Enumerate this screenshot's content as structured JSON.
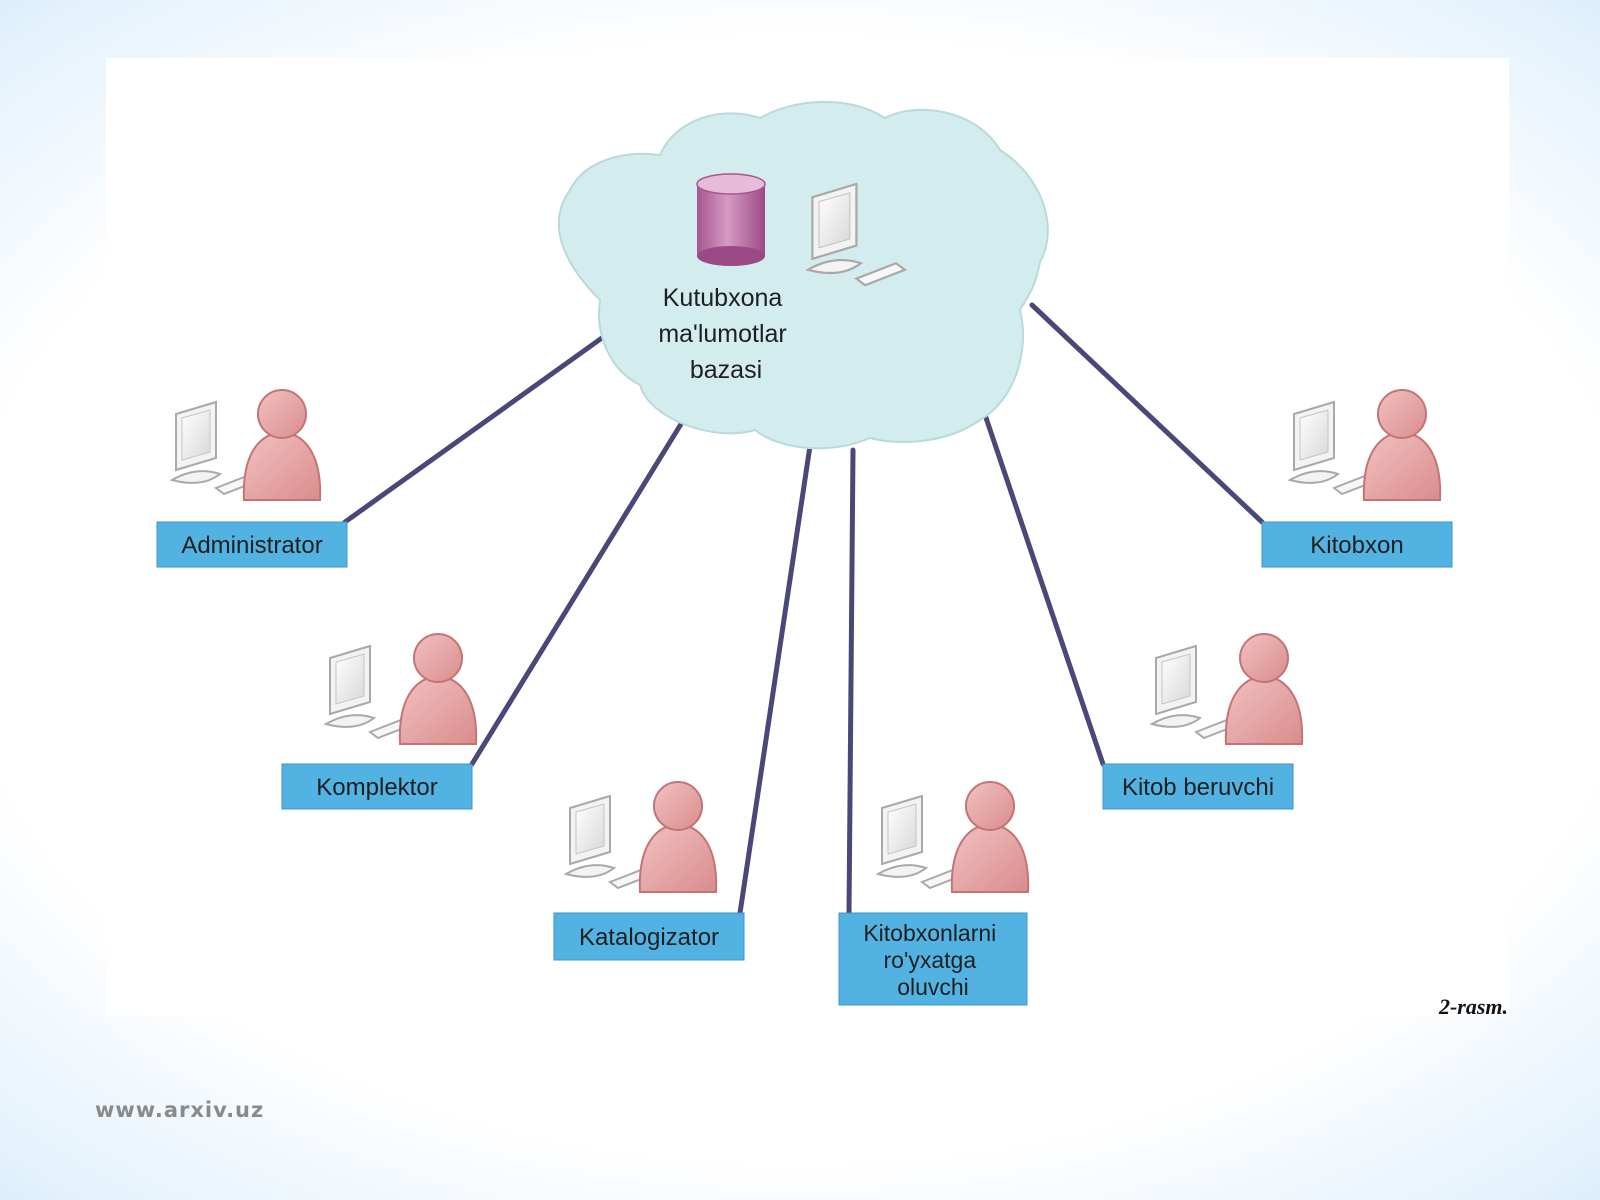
{
  "database": {
    "label_lines": [
      "Kutubxona",
      "ma'lumotlar",
      "bazasi"
    ],
    "icon": "database-cylinder-icon"
  },
  "roles": [
    {
      "id": "administrator",
      "label_lines": [
        "Administrator"
      ]
    },
    {
      "id": "komplektor",
      "label_lines": [
        "Komplektor"
      ]
    },
    {
      "id": "katalogizator",
      "label_lines": [
        "Katalogizator"
      ]
    },
    {
      "id": "registrar",
      "label_lines": [
        "Kitobxonlarni",
        "ro'yxatga",
        "oluvchi"
      ]
    },
    {
      "id": "kitob-beruvchi",
      "label_lines": [
        "Kitob beruvchi"
      ]
    },
    {
      "id": "kitobxon",
      "label_lines": [
        "Kitobxon"
      ]
    }
  ],
  "icons": {
    "user": "user-at-computer-icon",
    "computer": "desktop-computer-icon"
  },
  "figure_caption": "2-rasm.",
  "footer_url": "www.arxiv.uz",
  "colors": {
    "cloud_fill": "#d3ecee",
    "label_box": "#52b3e3",
    "connector": "#4a4878",
    "user_fill": "#e8a4a4",
    "database_fill": "#c788b6"
  }
}
